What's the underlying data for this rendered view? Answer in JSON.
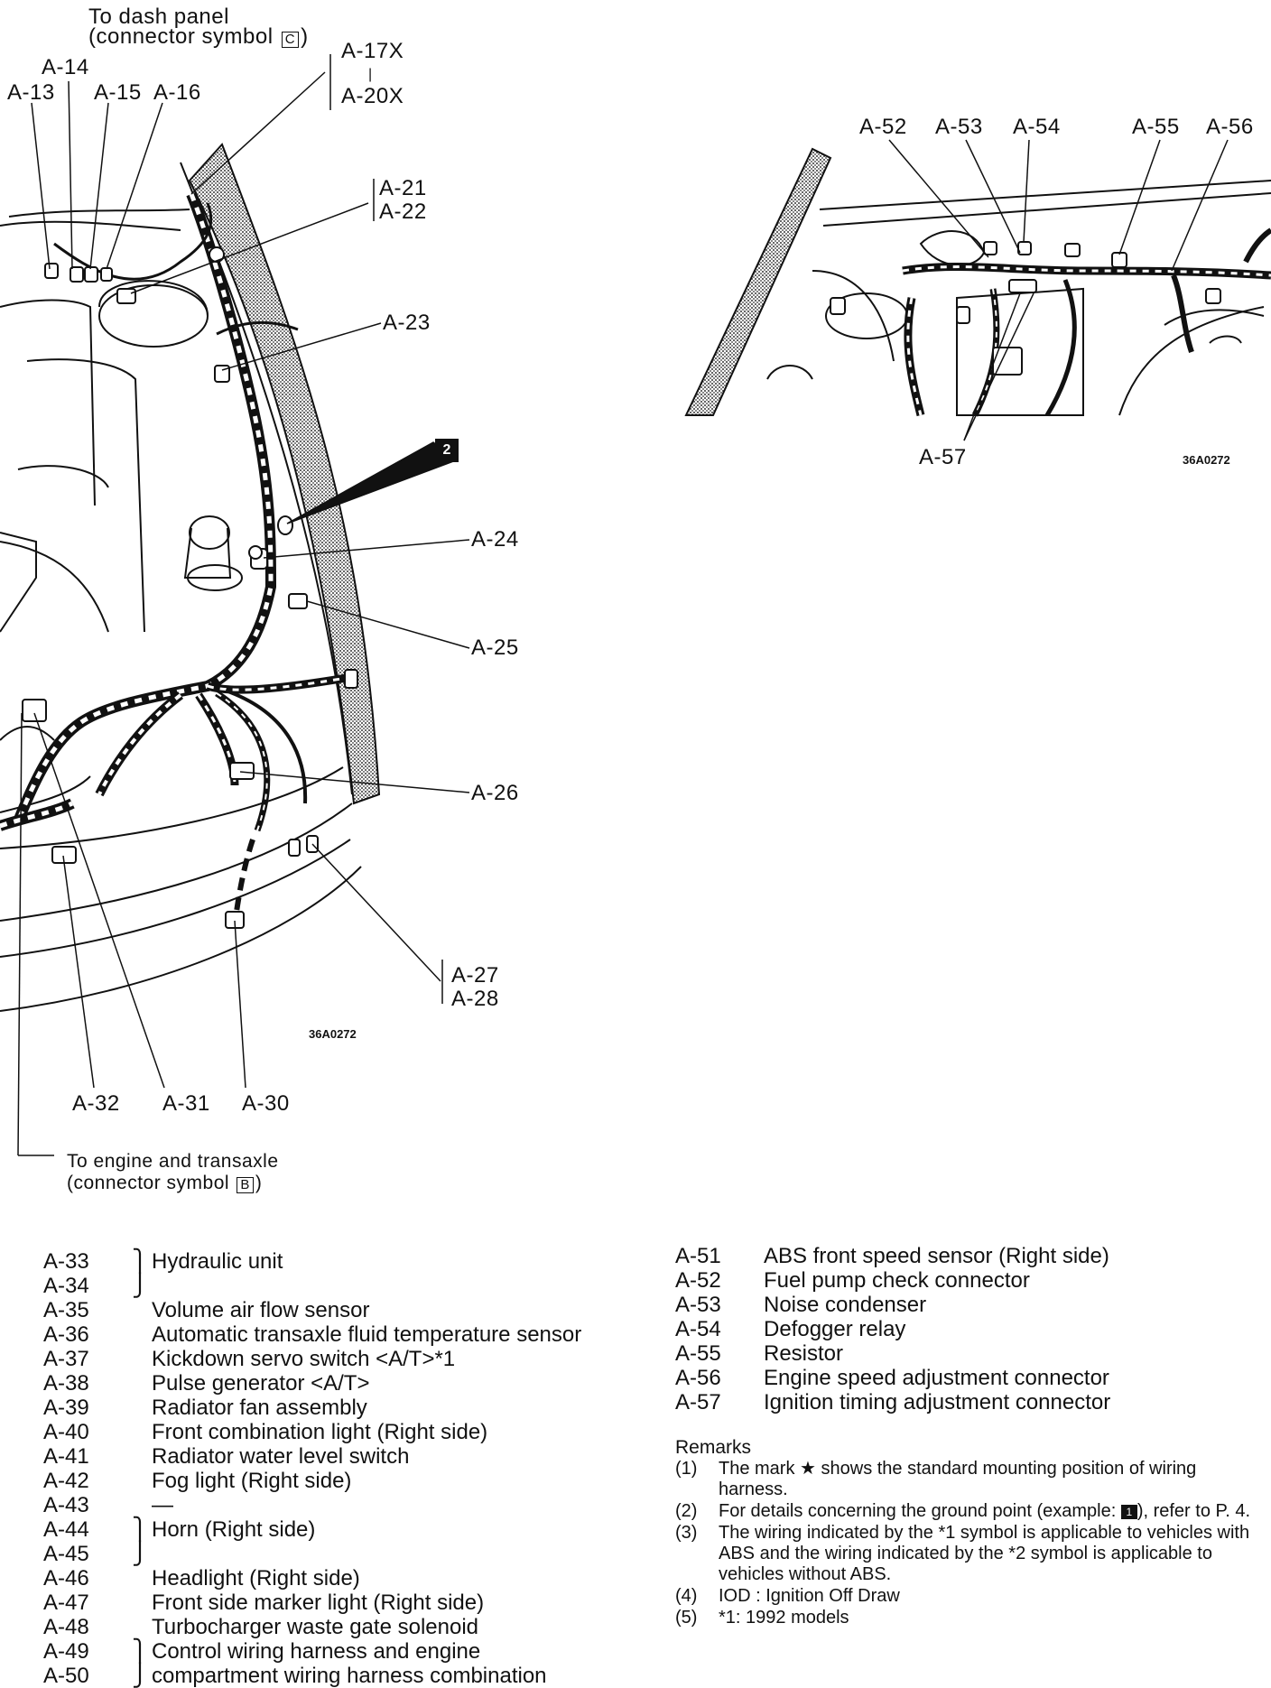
{
  "left_diagram": {
    "top_note": {
      "line1": "To dash panel",
      "line2_pre": "(connector symbol ",
      "symbol": "C",
      "line2_post": ")"
    },
    "bottom_note": {
      "line1": "To engine and transaxle",
      "line2_pre": "(connector symbol ",
      "symbol": "B",
      "line2_post": ")"
    },
    "labels": {
      "a13": "A-13",
      "a14": "A-14",
      "a15": "A-15",
      "a16": "A-16",
      "a17x": "A-17X",
      "sep": "|",
      "a20x": "A-20X",
      "a21": "A-21",
      "a22": "A-22",
      "a23": "A-23",
      "a24": "A-24",
      "a25": "A-25",
      "a26": "A-26",
      "a27": "A-27",
      "a28": "A-28",
      "a30": "A-30",
      "a31": "A-31",
      "a32": "A-32"
    },
    "ground_mark": "2",
    "code": "36A0272"
  },
  "right_diagram": {
    "labels": {
      "a52": "A-52",
      "a53": "A-53",
      "a54": "A-54",
      "a55": "A-55",
      "a56": "A-56",
      "a57": "A-57"
    },
    "code": "36A0272"
  },
  "legend_left": [
    {
      "id": "A-33",
      "brace": "⎫",
      "text": "Hydraulic unit"
    },
    {
      "id": "A-34",
      "brace": "⎭",
      "text": ""
    },
    {
      "id": "A-35",
      "brace": "",
      "text": "Volume air flow sensor"
    },
    {
      "id": "A-36",
      "brace": "",
      "text": "Automatic transaxle fluid temperature sensor"
    },
    {
      "id": "A-37",
      "brace": "",
      "text": "Kickdown servo switch <A/T>*1"
    },
    {
      "id": "A-38",
      "brace": "",
      "text": "Pulse generator <A/T>"
    },
    {
      "id": "A-39",
      "brace": "",
      "text": "Radiator fan assembly"
    },
    {
      "id": "A-40",
      "brace": "",
      "text": "Front combination light (Right side)"
    },
    {
      "id": "A-41",
      "brace": "",
      "text": "Radiator water level switch"
    },
    {
      "id": "A-42",
      "brace": "",
      "text": "Fog light (Right side)"
    },
    {
      "id": "A-43",
      "brace": "",
      "text": "—"
    },
    {
      "id": "A-44",
      "brace": "⎫",
      "text": "Horn (Right side)"
    },
    {
      "id": "A-45",
      "brace": "⎭",
      "text": ""
    },
    {
      "id": "A-46",
      "brace": "",
      "text": "Headlight (Right side)"
    },
    {
      "id": "A-47",
      "brace": "",
      "text": "Front side marker light (Right side)"
    },
    {
      "id": "A-48",
      "brace": "",
      "text": "Turbocharger waste gate solenoid"
    },
    {
      "id": "A-49",
      "brace": "⎫",
      "text": "Control wiring harness and engine"
    },
    {
      "id": "A-50",
      "brace": "⎭",
      "text": "compartment wiring harness combination"
    }
  ],
  "legend_right": [
    {
      "id": "A-51",
      "text": "ABS front speed sensor (Right side)"
    },
    {
      "id": "A-52",
      "text": "Fuel pump check connector"
    },
    {
      "id": "A-53",
      "text": "Noise condenser"
    },
    {
      "id": "A-54",
      "text": "Defogger relay"
    },
    {
      "id": "A-55",
      "text": "Resistor"
    },
    {
      "id": "A-56",
      "text": "Engine speed adjustment connector"
    },
    {
      "id": "A-57",
      "text": "Ignition timing adjustment connector"
    }
  ],
  "remarks": {
    "title": "Remarks",
    "items": [
      {
        "num": "(1)",
        "text": "The mark ★ shows the standard mounting position of wiring harness."
      },
      {
        "num": "(2)",
        "text_pre": "For details concerning the ground point (example: ",
        "box": "1",
        "text_post": "), refer to P. 4."
      },
      {
        "num": "(3)",
        "text": "The wiring indicated by the *1 symbol is applicable to vehicles with ABS and the wiring indicated by the *2 symbol is applicable to vehicles without ABS."
      },
      {
        "num": "(4)",
        "text": "IOD : Ignition Off Draw"
      },
      {
        "num": "(5)",
        "text": "*1: 1992 models"
      }
    ]
  }
}
